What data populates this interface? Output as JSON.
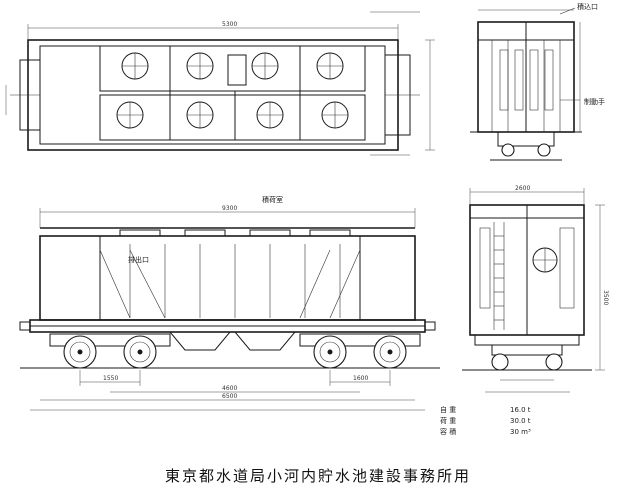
{
  "caption": "東京都水道局小河内貯水池建設事務所用",
  "labels": {
    "roof_hatch_right": "積込口",
    "side_right": "制動手",
    "top_view_note": "",
    "side_label_1": "積荷室",
    "side_label_2": "排出口"
  },
  "dimensions": {
    "top_overall": "5300",
    "side_overall": "9300",
    "side_length": "6500",
    "wheelbase_1": "1550",
    "wheelbase_2": "1600",
    "bogie_center": "4600",
    "end_width": "2600",
    "end_height": "3500"
  },
  "spec_table": [
    {
      "key": "自 重",
      "value": "16.0 t"
    },
    {
      "key": "荷 重",
      "value": "30.0 t"
    },
    {
      "key": "容 積",
      "value": "30 m³"
    }
  ]
}
